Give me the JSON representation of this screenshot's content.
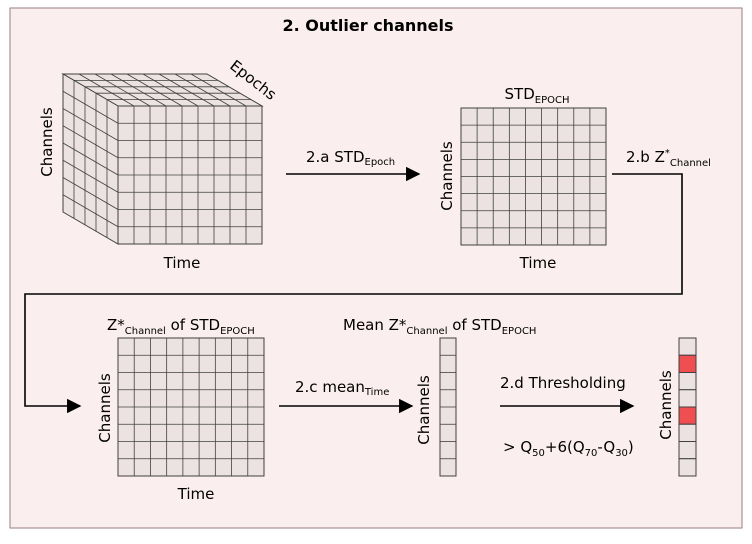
{
  "title": "2. Outlier channels",
  "colors": {
    "panel_bg": "#fbeeee",
    "panel_border": "#9a7d80",
    "cell_fill": "#ece2e2",
    "cell_stroke": "#404040",
    "outlier_fill": "#f04f51",
    "arrow": "#000000"
  },
  "labels": {
    "cube_y": "Channels",
    "cube_x": "Time",
    "cube_z": "Epochs",
    "std_title_main": "STD",
    "std_title_sub": "EPOCH",
    "std_y": "Channels",
    "std_x": "Time",
    "step_a_main": "2.a STD",
    "step_a_sub": "Epoch",
    "step_b_main": "2.b Z",
    "step_b_sup": "*",
    "step_b_sub": "Channel",
    "z_title_a": "Z*",
    "z_title_sub1": "Channel",
    "z_title_b": " of STD",
    "z_title_sub2": "EPOCH",
    "z_y": "Channels",
    "z_x": "Time",
    "step_c_main": "2.c mean",
    "step_c_sub": "Time",
    "mean_title_a": "Mean Z*",
    "mean_title_sub1": "Channel",
    "mean_title_b": " of STD",
    "mean_title_sub2": "EPOCH",
    "mean_y": "Channels",
    "step_d": "2.d Thresholding",
    "thresh_a": "> Q",
    "thresh_s1": "50",
    "thresh_b": "+6(Q",
    "thresh_s2": "70",
    "thresh_c": "-Q",
    "thresh_s3": "30",
    "thresh_d": ")",
    "result_y": "Channels"
  },
  "result_outliers": [
    1,
    4
  ]
}
